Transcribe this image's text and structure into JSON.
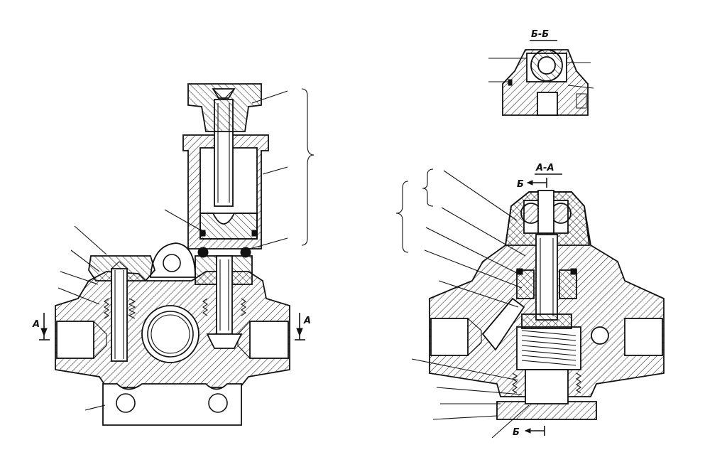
{
  "labels": {
    "section_aa": "А-А",
    "section_bb": "Б-Б",
    "cut_a": "А",
    "cut_b": "Б"
  },
  "colors": {
    "ink": "#111111",
    "paper": "#ffffff"
  }
}
